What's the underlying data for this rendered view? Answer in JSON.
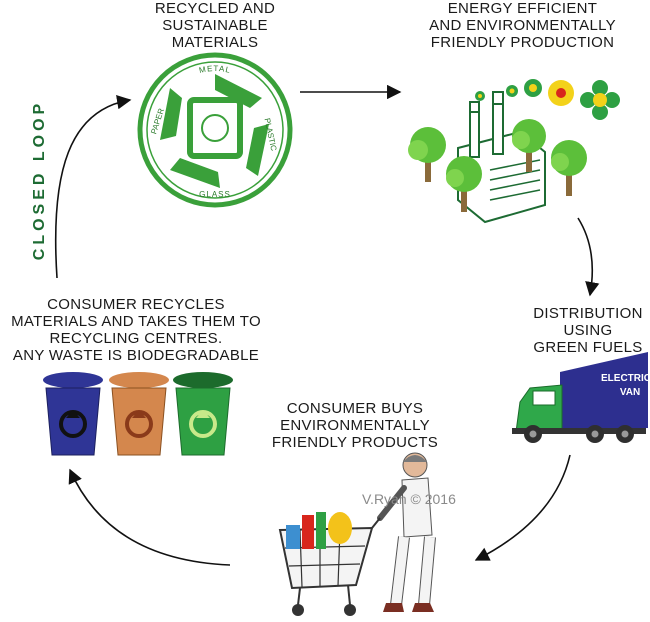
{
  "stages": {
    "materials": {
      "lines": [
        "RECYCLED AND",
        "SUSTAINABLE",
        "MATERIALS"
      ]
    },
    "production": {
      "lines": [
        "ENERGY EFFICIENT",
        "AND ENVIRONMENTALLY",
        "FRIENDLY PRODUCTION"
      ]
    },
    "distribution": {
      "lines": [
        "DISTRIBUTION",
        "USING",
        "GREEN FUELS"
      ]
    },
    "purchase": {
      "lines": [
        "CONSUMER BUYS",
        "ENVIRONMENTALLY",
        "FRIENDLY PRODUCTS"
      ]
    },
    "recycling": {
      "lines": [
        "CONSUMER RECYCLES",
        "MATERIALS AND TAKES THEM TO",
        "RECYCLING CENTRES.",
        "ANY WASTE IS BIODEGRADABLE"
      ]
    }
  },
  "loop_label": "CLOSED LOOP",
  "recycle_symbol": {
    "words": [
      "METAL",
      "PLASTIC",
      "GLASS",
      "PAPER"
    ]
  },
  "van_text": [
    "ELECTRIC",
    "VAN"
  ],
  "credit": "V.Ryan © 2016",
  "icons": [
    "recycling-symbol-icon",
    "factory-icon",
    "tree-icon",
    "flower-icon",
    "electric-van-icon",
    "shopping-trolley-icon",
    "shopper-icon",
    "recycling-bin-icon"
  ],
  "colors": {
    "accent_green": "#1d6b33",
    "symbol_green": "#3aa03a",
    "van_body": "#2d2f8f",
    "van_cab": "#2fa84a",
    "bin_blue": "#2f3596",
    "bin_orange": "#d4874d",
    "bin_green": "#2ea043"
  }
}
